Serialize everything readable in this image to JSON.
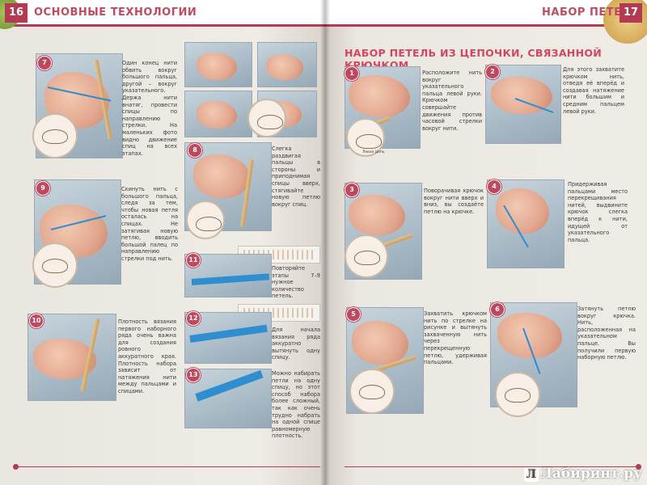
{
  "left_page": {
    "page_number": "16",
    "chapter_title": "Основные технологии",
    "steps": [
      {
        "n": "7",
        "text": "Один конец нити обвить вокруг большого пальца, другой – вокруг указательного. Держа нити внатяг, провести спицы по направлению стрелки. На маленьких фото видно движение спиц на всех этапах."
      },
      {
        "n": "8",
        "text": "Слегка раздвигая пальцы в стороны и приподнимая спицы вверх, стягивайте новую петлю вокруг спиц."
      },
      {
        "n": "9",
        "text": "Скинуть нить с большого пальца, следя за тем, чтобы новая петля осталась на спицах. Не затягивая новую петлю, вводить большой палец по направлению стрелки под нить."
      },
      {
        "n": "11",
        "text": "Повторяйте этапы 7–9 нужное количество петель."
      },
      {
        "n": "10",
        "text": "Плотность вязания первого наборного ряда очень важна для создания ровного аккуратного края. Плотность набора зависит от натяжения нити между пальцами и спицами."
      },
      {
        "n": "12",
        "text": "Для начала вязания ряда аккуратно вытянуть одну спицу."
      },
      {
        "n": "13",
        "text": "Можно набирать петли на одну спицу, но этот способ набора более сложный, так как очень трудно набрать на одной спице равномерную плотность."
      }
    ]
  },
  "right_page": {
    "page_number": "17",
    "running_title": "Набор петель",
    "section_title": "Набор петель из цепочки, связанной крючком",
    "inset_label": "Левая Цепь",
    "steps": [
      {
        "n": "1",
        "text": "Расположите нить вокруг указательного пальца левой руки. Крючком совершайте движения против часовой стрелки вокруг нити."
      },
      {
        "n": "2",
        "text": "Для этого захватите крючком нить, отведя её вперёд и создавая натяжение нити большим и средним пальцем левой руки."
      },
      {
        "n": "3",
        "text": "Поворачивая крючок вокруг нити вверх и вниз, вы создаёте петлю на крючке."
      },
      {
        "n": "4",
        "text": "Придерживая пальцами место перекрещивания нитей, выдвините крючок слегка вперёд к нити, идущей от указательного пальца."
      },
      {
        "n": "5",
        "text": "Захватить крючком нить по стрелке на рисунке и вытянуть захваченную нить через перекрещенную петлю, удерживая пальцами."
      },
      {
        "n": "6",
        "text": "Затянуть петлю вокруг крючка. Нить, расположенная на указательном пальце. Вы получили первую наборную петлю."
      }
    ]
  },
  "watermark": "Лабиринт.ру",
  "colors": {
    "accent": "#b43a52",
    "yarn": "#2f8ed0",
    "page": "#ece8e2"
  }
}
